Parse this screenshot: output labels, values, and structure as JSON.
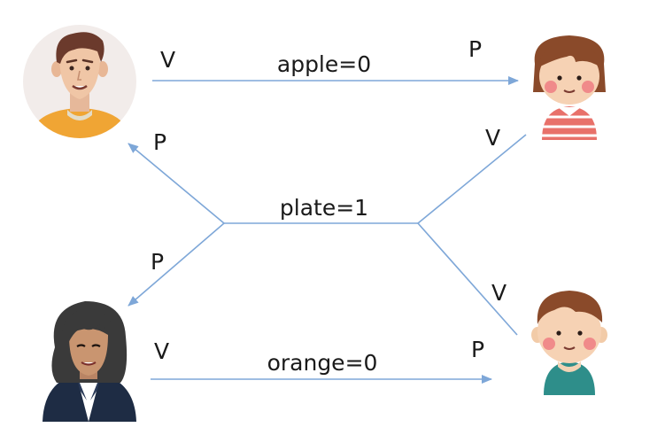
{
  "diagram": {
    "variables": {
      "apple": "apple=0",
      "plate": "plate=1",
      "orange": "orange=0"
    },
    "operations": {
      "p": "P",
      "v": "V"
    },
    "people": {
      "father": "father-avatar",
      "mother": "mother-avatar",
      "daughter": "daughter-avatar",
      "son": "son-avatar"
    },
    "colors": {
      "arrow": "#7ea7d8"
    }
  }
}
